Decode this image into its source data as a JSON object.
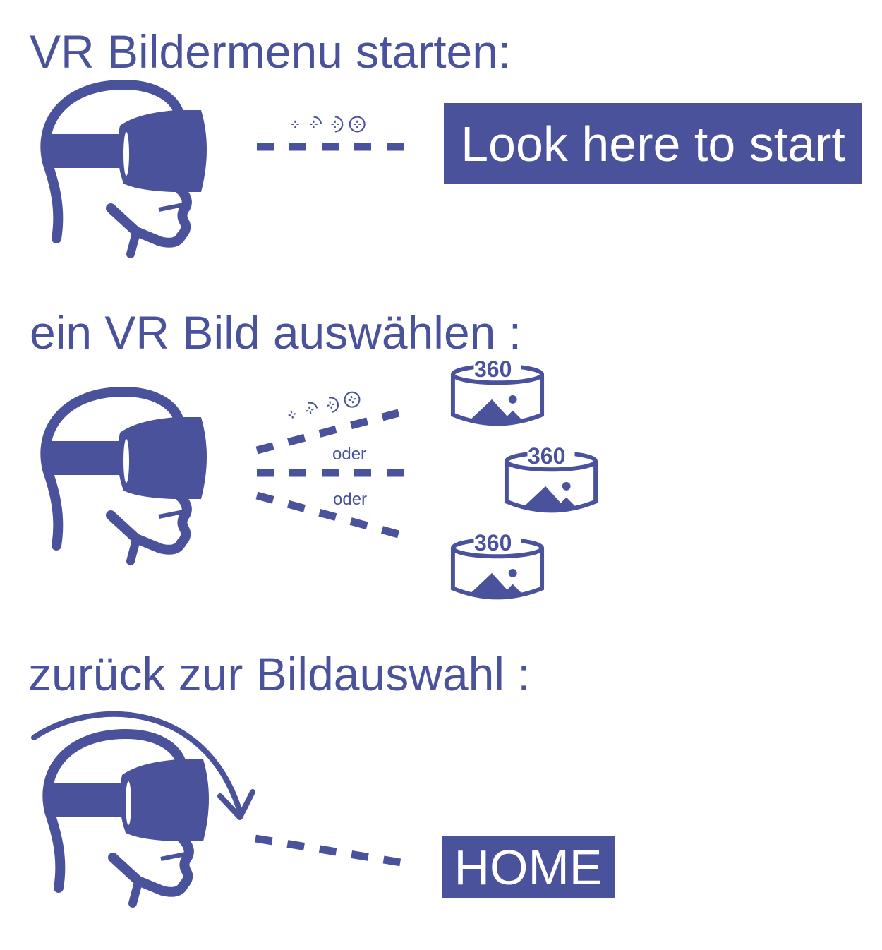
{
  "accent_color": "#4b529c",
  "sections": [
    {
      "heading": "VR Bildermenu starten:",
      "button_label": "Look here to start"
    },
    {
      "heading": "ein VR Bild auswählen :",
      "separator_1": "oder",
      "separator_2": "oder",
      "thumbnails": [
        "360",
        "360",
        "360"
      ]
    },
    {
      "heading": "zurück zur Bildauswahl :",
      "button_label": "HOME"
    }
  ],
  "icons": [
    "vr-headset-head-icon",
    "gaze-cursor-icon",
    "360-image-icon",
    "curved-arrow-icon"
  ]
}
